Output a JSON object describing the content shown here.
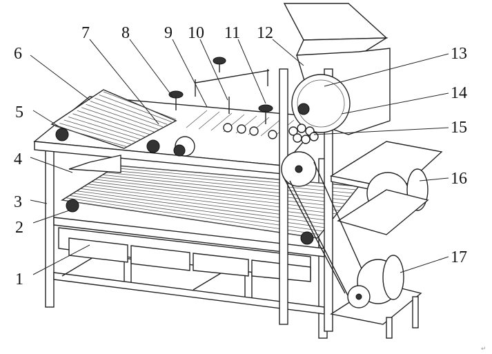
{
  "figure": {
    "labels": [
      "1",
      "2",
      "3",
      "4",
      "5",
      "6",
      "7",
      "8",
      "9",
      "10",
      "11",
      "12",
      "13",
      "14",
      "15",
      "16",
      "17"
    ],
    "return_mark": "↵"
  }
}
